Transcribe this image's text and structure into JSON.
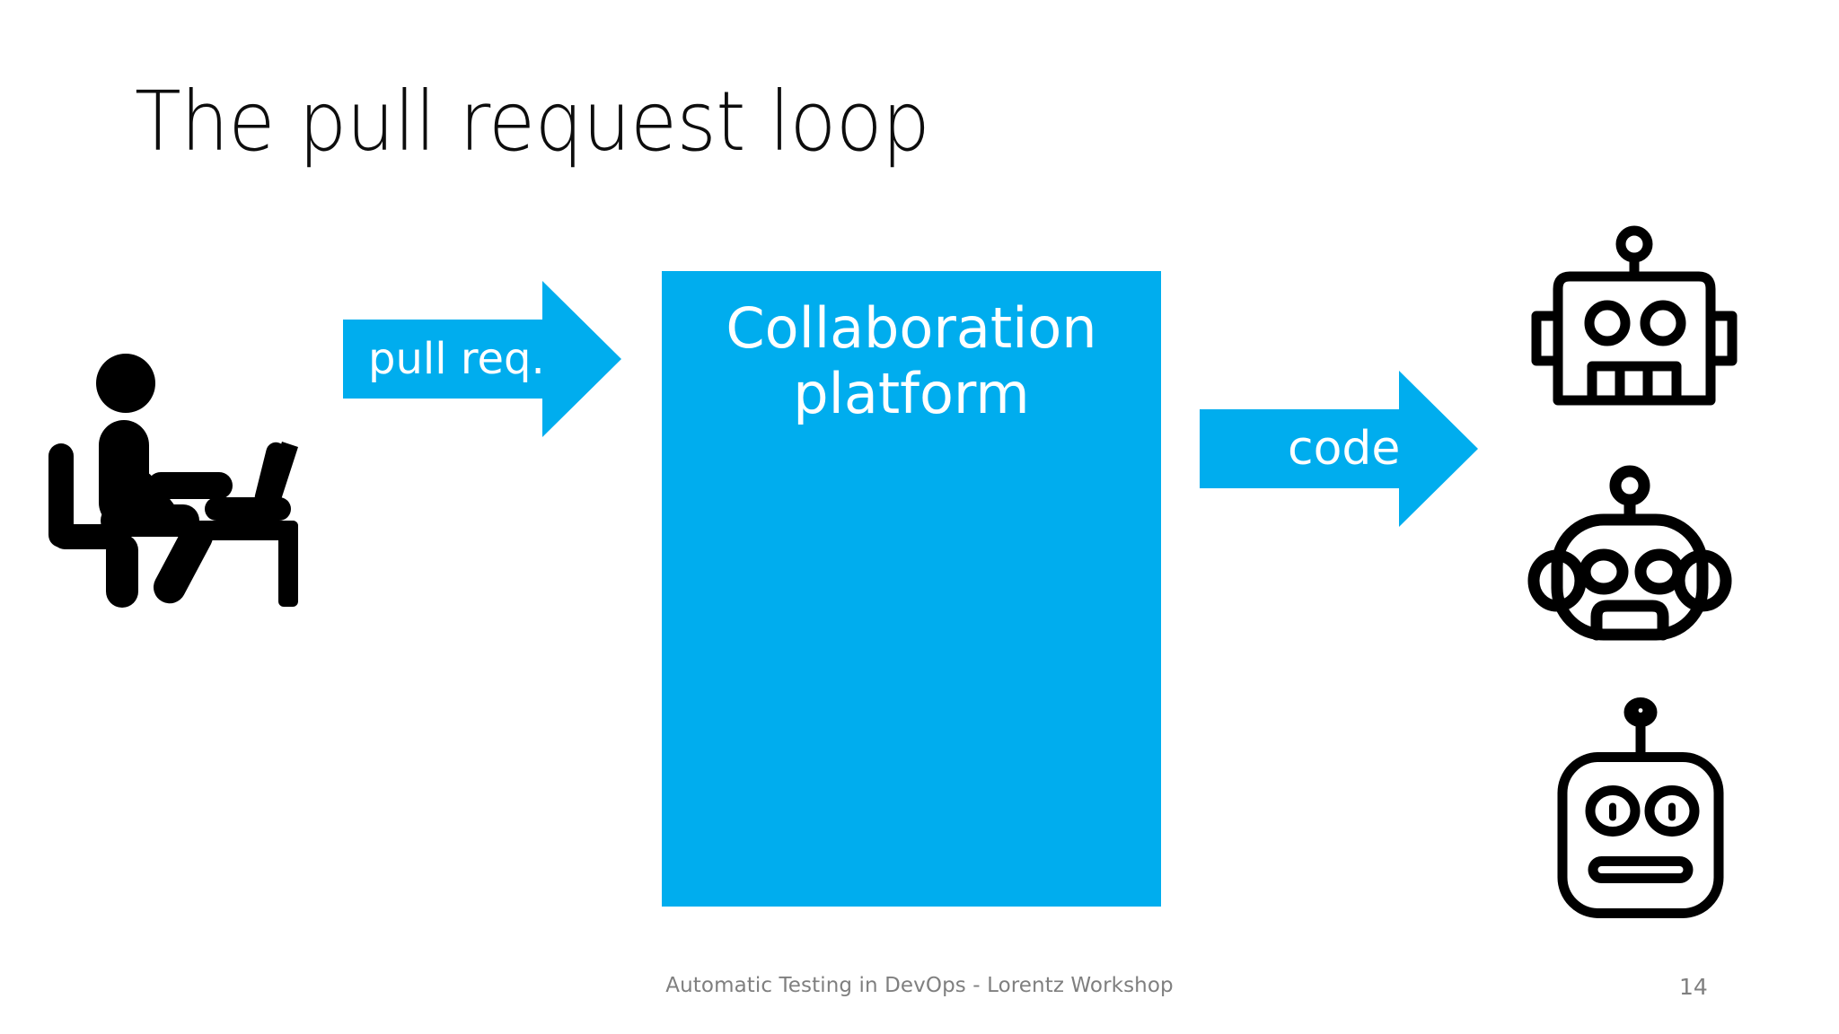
{
  "slide": {
    "title": "The pull request loop",
    "background_color": "#FFFFFF",
    "accent_color": "#00ADEE",
    "title_color": "#0D0D0D",
    "footer_color": "#7F7F7F"
  },
  "actors": {
    "developer": {
      "icon": "person-at-desk-with-laptop-icon",
      "color": "#000000"
    },
    "bots": [
      {
        "icon": "robot-square-head-teeth-icon",
        "color": "#000000"
      },
      {
        "icon": "robot-round-head-open-mouth-icon",
        "color": "#000000"
      },
      {
        "icon": "robot-rounded-square-flat-mouth-icon",
        "color": "#000000"
      }
    ]
  },
  "arrows": [
    {
      "name": "pull-request-arrow",
      "label": "pull req.",
      "direction": "right",
      "color": "#00ADEE",
      "label_color": "#FFFFFF"
    },
    {
      "name": "code-arrow",
      "label": "code",
      "direction": "right",
      "color": "#00ADEE",
      "label_color": "#FFFFFF"
    }
  ],
  "platform": {
    "label": "Collaboration platform",
    "line1": "Collaboration",
    "line2": "platform",
    "fill_color": "#00ADEE",
    "text_color": "#FFFFFF"
  },
  "footer": {
    "note": "Automatic Testing in DevOps - Lorentz Workshop",
    "slide_number": "14"
  }
}
